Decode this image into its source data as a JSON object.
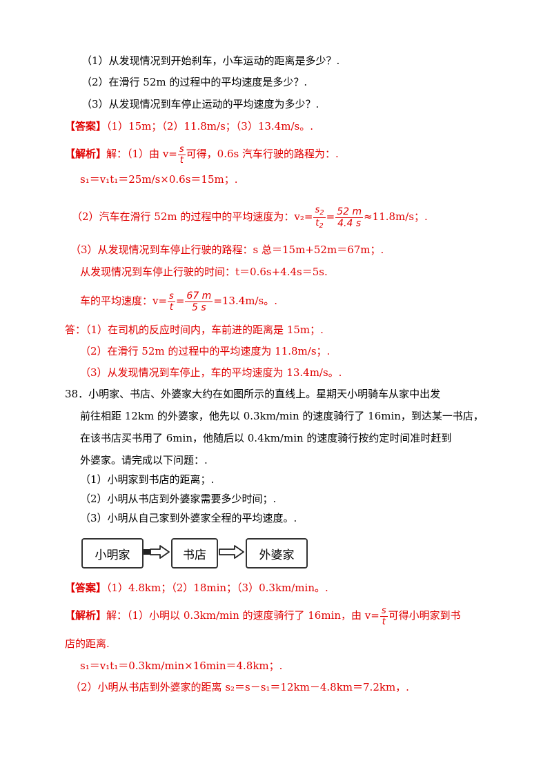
{
  "q37": {
    "sub1": "（1）从发现情况到开始刹车，小车运动的距离是多少？.",
    "sub2": "（2）在滑行 52m 的过程中的平均速度是多少？.",
    "sub3": "（3）从发现情况到车停止运动的平均速度为多少？.",
    "answer_tag": "【答案】",
    "answer_text": "（1）15m；（2）11.8m/s；（3）13.4m/s。.",
    "analysis_tag": "【解析】",
    "analysis_lead": "解：（1）由 v=",
    "analysis_after": "可得，0.6s 汽车行驶的路程为：.",
    "s1_line": "s₁＝v₁t₁＝25m/s×0.6s＝15m；.",
    "p2_lead": "（2）汽车在滑行 52m 的过程中的平均速度为：v₂=",
    "p2_frac2_num": "52 m",
    "p2_frac2_den": "4.4 s",
    "p2_tail": "≈11.8m/s；.",
    "p3_line1": "（3）从发现情况到车停止行驶的路程：s 总＝15m+52m＝67m；.",
    "p3_line2": "从发现情况到车停止行驶的时间：t＝0.6s+4.4s＝5s.",
    "p3_line3_lead": "车的平均速度：v=",
    "p3_frac2_num": "67 m",
    "p3_frac2_den": "5 s",
    "p3_tail": "=13.4m/s。.",
    "final_lead": "答：（1）在司机的反应时间内，车前进的距离是 15m；.",
    "final_2": "（2）在滑行 52m 的过程中的平均速度为 11.8m/s；.",
    "final_3": "（3）从发现情况到车停止，车的平均速度为 13.4m/s。."
  },
  "q38": {
    "stem_1": "38．小明家、书店、外婆家大约在如图所示的直线上。星期天小明骑车从家中出发",
    "stem_2": "前往相距 12km 的外婆家，他先以 0.3km/min 的速度骑行了 16min，到达某一书店，",
    "stem_3": "在该书店买书用了 6min，他随后以 0.4km/min 的速度骑行按约定时间准时赶到",
    "stem_4": "外婆家。请完成以下问题：.",
    "sub1": "（1）小明家到书店的距离；.",
    "sub2": "（2）小明从书店到外婆家需要多少时间；.",
    "sub3": "（3）小明从自己家到外婆家全程的平均速度。.",
    "diagram": {
      "box1": "小明家",
      "box2": "书店",
      "box3": "外婆家"
    },
    "answer_tag": "【答案】",
    "answer_text": "（1）4.8km；（2）18min；（3）0.3km/min。.",
    "analysis_tag": "【解析】",
    "analysis_lead": "解：（1）小明以 0.3km/min 的速度骑行了 16min，由 v=",
    "analysis_after": "可得小明家到书",
    "analysis_line2": "店的距离.",
    "s1_line": "s₁＝v₁t₁＝0.3km/min×16min＝4.8km；.",
    "p2_line": "（2）小明从书店到外婆家的距离 s₂＝s－s₁＝12km－4.8km＝7.2km，."
  }
}
